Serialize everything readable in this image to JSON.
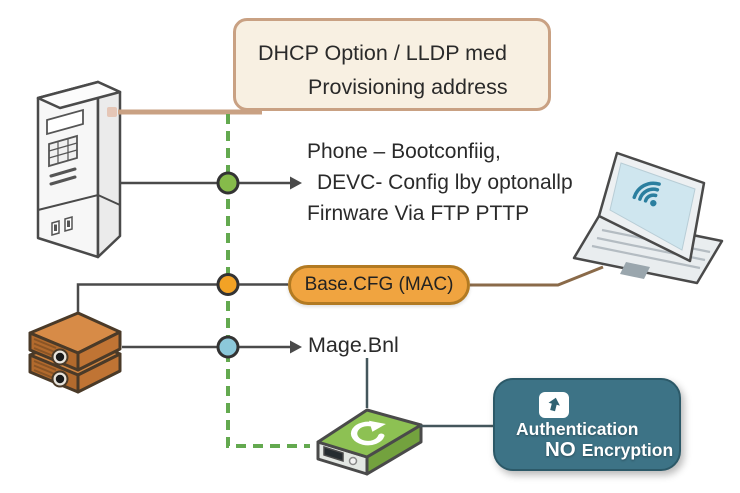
{
  "diagram": {
    "title_box": {
      "line1": "DHCP Option / LLDP med",
      "line2": "Provisioning address"
    },
    "phone_note": {
      "line1": "Phone – Bootconfiig,",
      "line2": "DEVC- Config lby optonallp",
      "line3": "Firnware Via FTP PTTP"
    },
    "config_pill": {
      "label": "Base.CFG (MAC)"
    },
    "image_label": {
      "text": "Mage.Bnl"
    },
    "auth_box": {
      "title": "Authentication",
      "emphasis": "NO",
      "subtitle": "Encryption"
    },
    "icons": {
      "tower_server": "tower-server-icon",
      "storage_server": "stacked-storage-server-icon",
      "laptop": "laptop-icon",
      "wifi": "wifi-icon",
      "network_appliance": "network-appliance-icon",
      "refresh": "refresh-arrows-icon",
      "upload_arrow": "upload-arrow-icon"
    },
    "junctions": [
      {
        "name": "boot-config-junction",
        "color": "#86bb4a"
      },
      {
        "name": "base-cfg-junction",
        "color": "#f2a225"
      },
      {
        "name": "image-junction",
        "color": "#8cc8da"
      }
    ],
    "colors": {
      "beige_bg": "#f8f0e2",
      "beige_border": "#c9a183",
      "line_dark": "#4a4a4a",
      "line_brown": "#8a6a49",
      "line_slate": "#44565c",
      "dash_green": "#63a94f",
      "dot_green": "#86bb4a",
      "dot_orange": "#f2a225",
      "dot_blue": "#8cc8da",
      "pill_bg": "#f0a440",
      "pill_border": "#b27a22",
      "teal_bg": "#3d7386",
      "teal_border": "#2c5968",
      "text_dark": "#2a2a2a",
      "device_orange": "#d08440",
      "device_green": "#8dc153"
    }
  }
}
